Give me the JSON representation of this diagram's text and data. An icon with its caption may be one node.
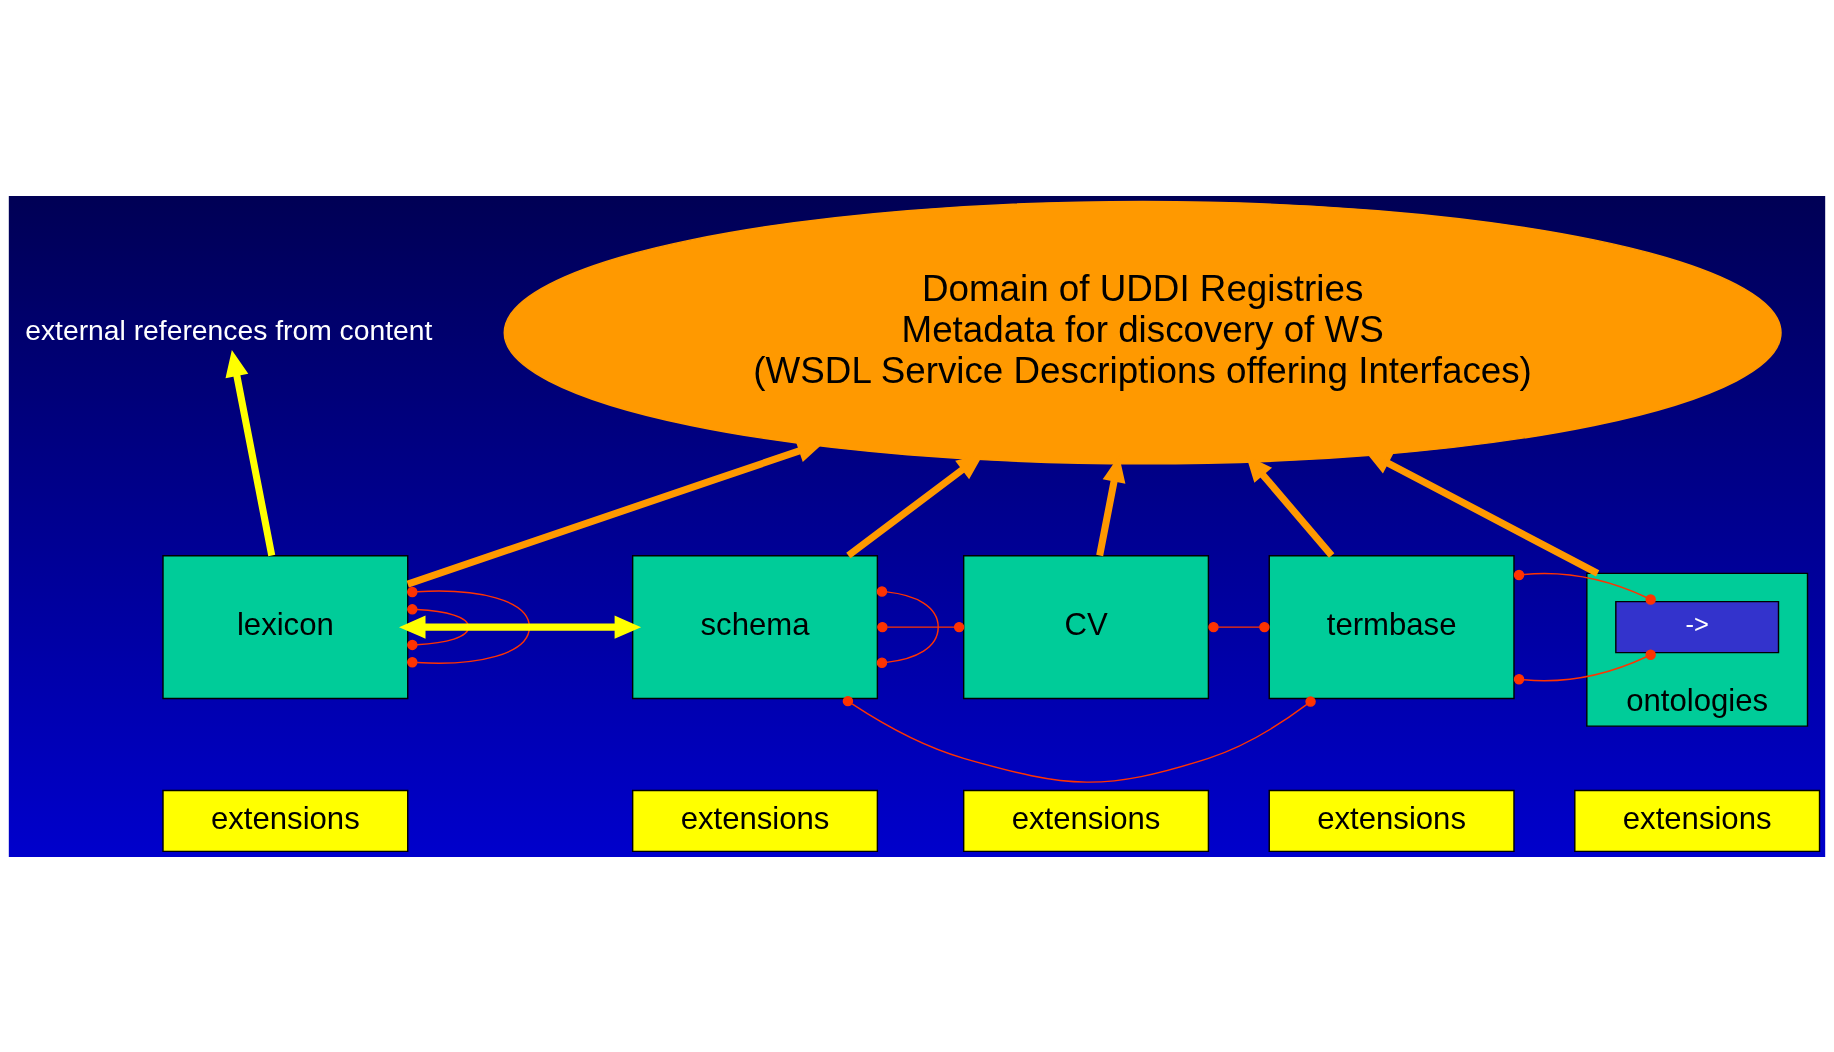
{
  "diagram": {
    "nodes": [
      {
        "text": [
          "Domain of UDDI Registries",
          "Metadata for discovery of WS",
          "(WSDL Service Descriptions offering Interfaces)"
        ]
      },
      {
        "text": [
          "external references from content"
        ]
      },
      {
        "text": [
          "lexicon"
        ]
      },
      {
        "text": [
          "extensions"
        ]
      },
      {
        "text": [
          "schema"
        ]
      },
      {
        "text": [
          "extensions"
        ]
      },
      {
        "text": [
          "CV"
        ]
      },
      {
        "text": [
          "extensions"
        ]
      },
      {
        "text": [
          "ontologies"
        ]
      },
      {
        "text": [
          "->"
        ],
        "in": 8
      },
      {
        "text": [
          "extensions"
        ]
      },
      {
        "text": [
          "termbase"
        ]
      },
      {
        "text": [
          "extensions"
        ]
      }
    ],
    "edges": [
      {
        "from": 2,
        "to": 1,
        "arrow": "to",
        "style": "thick",
        "color": "#ffff00"
      },
      {
        "from": 2,
        "to": 0,
        "arrow": "to",
        "style": "thick",
        "color": "#ff9900"
      },
      {
        "from": 4,
        "to": 0,
        "arrow": "to",
        "style": "thick",
        "color": "#ff9900"
      },
      {
        "from": 6,
        "to": 0,
        "arrow": "to",
        "style": "thick",
        "color": "#ff9900"
      },
      {
        "from": 8,
        "to": 0,
        "arrow": "to",
        "style": "thick",
        "color": "#ff9900"
      },
      {
        "from": 11,
        "to": 0,
        "arrow": "to",
        "style": "thick",
        "color": "#ff9900"
      },
      {
        "from": 2,
        "to": 4,
        "arrow": "both",
        "style": "thick",
        "color": "#ffff00"
      },
      {
        "from": 4,
        "to": 4,
        "arrow": "other",
        "color": "#ff3300"
      },
      {
        "from": 2,
        "to": 2,
        "arrow": "other",
        "color": "#ff3300"
      },
      {
        "from": 2,
        "to": 2,
        "arrow": "other",
        "color": "#ff3300"
      },
      {
        "from": 4,
        "to": 6,
        "arrow": "other",
        "color": "#ff3300"
      },
      {
        "from": 4,
        "to": 11,
        "arrow": "other",
        "color": "#ff3300"
      },
      {
        "from": 6,
        "to": 11,
        "arrow": "other",
        "color": "#ff3300"
      },
      {
        "from": 9,
        "to": 11,
        "arrow": "other",
        "color": "#ff3300"
      },
      {
        "from": 9,
        "to": 11,
        "arrow": "other",
        "color": "#ff3300"
      }
    ]
  }
}
